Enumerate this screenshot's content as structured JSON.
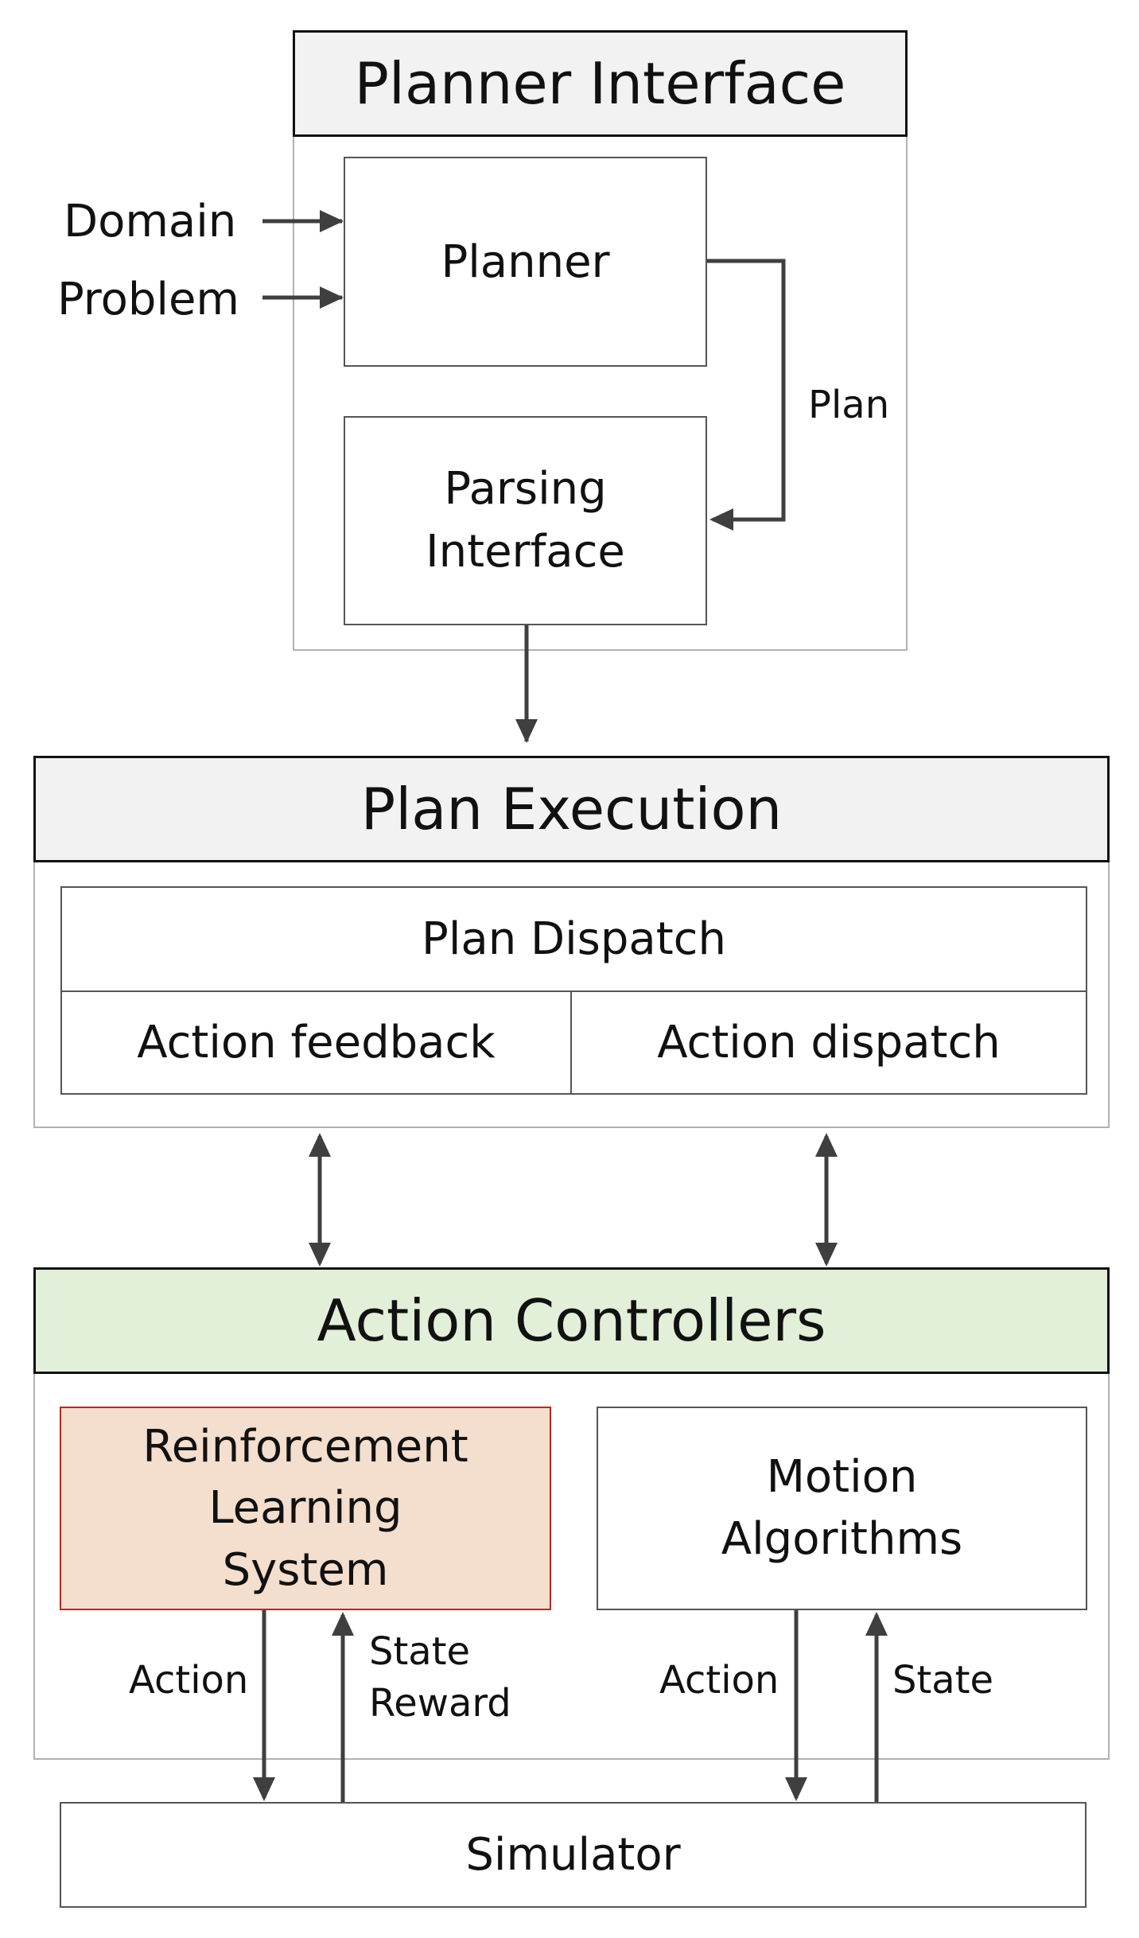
{
  "planner_interface": {
    "title": "Planner Interface",
    "planner": "Planner",
    "parsing_interface": "Parsing\nInterface",
    "inputs": {
      "domain": "Domain",
      "problem": "Problem"
    },
    "plan_label": "Plan"
  },
  "plan_execution": {
    "title": "Plan Execution",
    "dispatch": "Plan Dispatch",
    "feedback": "Action feedback",
    "action_dispatch": "Action dispatch"
  },
  "action_controllers": {
    "title": "Action Controllers",
    "rl_system": "Reinforcement\nLearning\nSystem",
    "motion": "Motion\nAlgorithms"
  },
  "io_labels": {
    "rl_action": "Action",
    "rl_state_reward": "State\nReward",
    "motion_action": "Action",
    "motion_state": "State"
  },
  "simulator": "Simulator",
  "colors": {
    "header_gray": "#f2f2f2",
    "header_green": "#e2efd9",
    "rl_fill": "#f4dece",
    "rl_border": "#d61b1b",
    "arrow": "#3f3f3f"
  }
}
